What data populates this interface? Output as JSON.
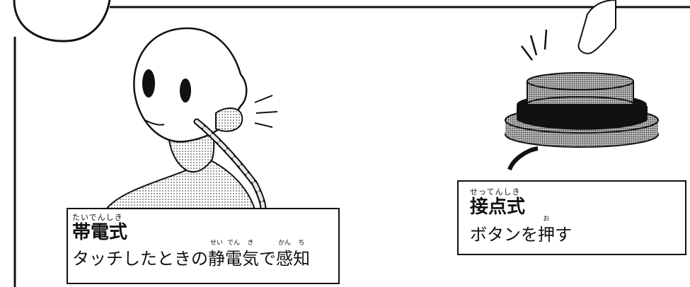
{
  "left_caption": {
    "title_ruby": "たいでんしき",
    "title": "帯電式",
    "description_parts": [
      {
        "text": "タッチしたときの"
      },
      {
        "text": "静",
        "ruby": "せい"
      },
      {
        "text": "電",
        "ruby": "でん"
      },
      {
        "text": "気",
        "ruby": "き"
      },
      {
        "text": "で"
      },
      {
        "text": "感",
        "ruby": "かん"
      },
      {
        "text": "知",
        "ruby": "ち"
      }
    ]
  },
  "right_caption": {
    "title_ruby": "せってんしき",
    "title": "接点式",
    "description_parts": [
      {
        "text": "ボタンを"
      },
      {
        "text": "押",
        "ruby": "お"
      },
      {
        "text": "す"
      }
    ]
  }
}
